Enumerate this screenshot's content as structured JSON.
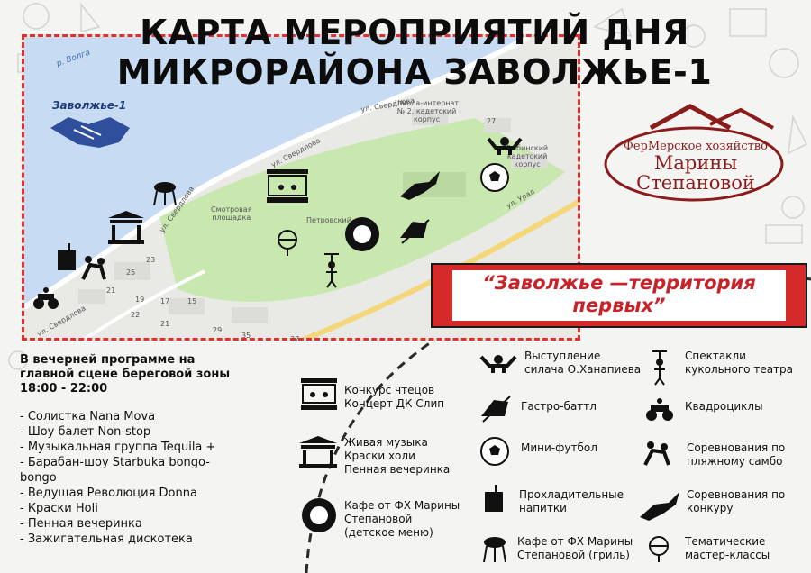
{
  "title": {
    "line1": "КАРТА МЕРОПРИЯТИЙ ДНЯ",
    "line2": "МИКРОРАЙОНА ЗАВОЛЖЬЕ-1"
  },
  "map": {
    "river": "р. Волга",
    "district": "Заволжье-1",
    "streets": [
      "ул. Свердлова",
      "ул. Свердлова",
      "ул. Свердлова",
      "ул. Свердлова",
      "ул. Урал"
    ],
    "places": {
      "school": "Школа-интернат\n№ 2, кадетский\nкорпус",
      "rybinsk": "Рыбинский\nкадетский\nкорпус",
      "observation": "Смотровая\nплощадка",
      "petrovsky": "Петровский"
    },
    "house_numbers": [
      "23",
      "25",
      "21",
      "19",
      "17",
      "15",
      "22",
      "21",
      "29",
      "35",
      "37",
      "27"
    ]
  },
  "logo": {
    "line1": "ФерМерское хозяйство",
    "line2": "Марины",
    "line3": "Степановой"
  },
  "banner": {
    "text": "“Заволжье —территория первых”"
  },
  "program": {
    "heading": "В вечерней программе на\nглавной сцене береговой зоны",
    "time": "18:00 - 22:00",
    "items": [
      "- Солистка Nana Mova",
      "- Шоу балет Non-stop",
      "- Музыкальная группа Tequila +",
      "- Барабан-шоу Starbuka bongo-",
      "bongo",
      "- Ведущая Революция Donna",
      "- Краски Holi",
      "- Пенная вечеринка",
      "- Зажигательная дискотека"
    ]
  },
  "legend": {
    "stage_reading": "Конкурс чтецов\nКонцерт ДК Слип",
    "stage_live": "Живая музыка\nКраски холи\nПенная вечеринка",
    "cafe_kids": "Кафе от ФХ Марины\nСтепановой\n(детское меню)",
    "strongman": "Выступление\nсилача О.Ханапиева",
    "gastro": "Гастро-баттл",
    "football": "Мини-футбол",
    "drinks": "Прохладительные\nнапитки",
    "cafe_grill": "Кафе от ФХ Марины\nСтепановой (гриль)",
    "puppets": "Спектакли\nкукольного театра",
    "quads": "Квадроциклы",
    "sambo": "Соревнования по\nпляжному самбо",
    "horse": "Соревнования по\nконкуру",
    "masterclass": "Тематические\nмастер-классы"
  },
  "colors": {
    "accent_red": "#d42a2a",
    "park_green": "#c9e8b0",
    "water": "#c7dbf2",
    "logo_red": "#8b1c1c"
  }
}
